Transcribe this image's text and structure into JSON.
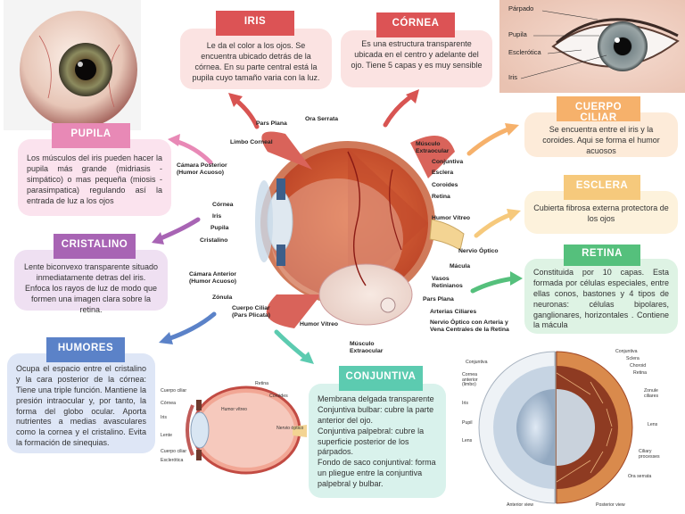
{
  "iris": {
    "title": "IRIS",
    "text": "Le da el color a los ojos. Se encuentra ubicado detrás de la córnea. En su parte central está la pupila cuyo tamaño varia con la luz."
  },
  "cornea": {
    "title": "CÓRNEA",
    "text": "Es una estructura transparente ubicada en el centro y adelante del ojo. Tiene 5 capas y es muy sensible"
  },
  "pupila": {
    "title": "PUPILA",
    "text": "Los músculos del iris pueden hacer la pupila más grande (midriasis - simpático) o mas pequeña (miosis - parasimpatica) regulando así la entrada de luz a los ojos"
  },
  "cristalino": {
    "title": "CRISTALINO",
    "text": "Lente biconvexo transparente situado inmediatamente detras del iris. Enfoca los rayos de luz de modo que formen una imagen clara sobre la retina."
  },
  "humores": {
    "title": "HUMORES",
    "text": "Ocupa el espacio entre el cristalino y la cara posterior de la córnea: Tiene una triple función. Mantiene la presión intraocular y, por tanto, la forma del globo ocular. Aporta nutrientes a medias avasculares como la cornea y el cristalino. Evita la formación de sinequias."
  },
  "cuerpo_ciliar": {
    "title": "CUERPO CILIAR",
    "text": "Se encuentra entre el iris y la coroides. Aqui se forma el humor acuosos"
  },
  "esclera": {
    "title": "ESCLERA",
    "text": "Cubierta fibrosa externa protectora de los ojos"
  },
  "retina": {
    "title": "RETINA",
    "text": "Constituida por 10 capas. Esta formada por células especiales, entre ellas conos, bastones y 4 tipos de neuronas: células bipolares, ganglionares, horizontales . Contiene la mácula"
  },
  "conjuntiva": {
    "title": "CONJUNTIVA",
    "text": "Membrana delgada transparente\nConjuntiva bulbar: cubre la parte anterior del ojo.\nConjuntiva palpebral: cubre la superficie posterior de los párpados.\nFondo de saco conjuntival: forma un pliegue entre la conjuntiva palpebral y bulbar."
  },
  "photo_labels": {
    "parpado": "Párpado",
    "pupila": "Pupila",
    "esclerotica": "Esclerótica",
    "iris": "Iris"
  },
  "center_labels": {
    "pars_plana": "Pars Plana",
    "ora_serrata": "Ora Serrata",
    "limbo_corneal": "Limbo Corneal",
    "camara_posterior": "Cámara Posterior\n(Humor Acuoso)",
    "cornea": "Córnea",
    "iris": "Iris",
    "pupila": "Pupila",
    "cristalino": "Cristalino",
    "camara_anterior": "Cámara Anterior\n(Humor Acuoso)",
    "zonula": "Zónula",
    "cuerpo_ciliar": "Cuerpo Ciliar\n(Pars Plicata)",
    "humor_vitreo_bottom": "Humor Vítreo",
    "musculo_extraocular_bottom": "Músculo\nExtraocular",
    "musculo_extraocular": "Músculo\nExtraocular",
    "conjuntiva": "Conjuntiva",
    "esclera": "Esclera",
    "coroides": "Coroides",
    "retina": "Retina",
    "humor_vitreo": "Humor Vítreo",
    "nervio_optico": "Nervio Óptico",
    "macula": "Mácula",
    "vasos_retinianos": "Vasos\nRetinianos",
    "pars_plana_right": "Pars Plana",
    "arterias_ciliares": "Arterias Ciliares",
    "nervio_arteria": "Nervio Óptico con Arteria y\nVena Centrales de la Retina"
  },
  "small_diagram_labels": {
    "cuerpo_ciliar": "Cuerpo ciliar",
    "cornea": "Córnea",
    "iris": "Iris",
    "lente": "Lente",
    "cuerpo_ciliar2": "Cuerpo ciliar",
    "esclerotica": "Esclerótica",
    "retina": "Retina",
    "coroides": "Coroides",
    "humor_vitreo": "Humor vítreo",
    "nervio_optico": "Nervio óptico"
  },
  "front_diagram_labels": {
    "conjuntiva_left": "Conjuntiva",
    "cornea_anterior": "Cornea\nanterior\n(limbo)",
    "iris": "Iris",
    "pupil": "Pupil",
    "lens": "Lens",
    "conjuntiva": "Conjuntiva",
    "sclera": "Sclera",
    "choroid": "Choroid",
    "retina": "Retina",
    "zonule": "Zonule\nciliares",
    "lens_right": "Lens",
    "ciliary": "Ciliary\nprocesses",
    "ora": "Ora serrata",
    "anterior_view": "Anterior view",
    "posterior_view": "Posterior view"
  },
  "colors": {
    "red": "#dc5355",
    "pink": "#e889b6",
    "purple": "#a864b4",
    "blue": "#5b82c8",
    "teal": "#5ccbb0",
    "orange": "#f6b16b",
    "yellow": "#f6c97c",
    "green": "#55c07c"
  }
}
